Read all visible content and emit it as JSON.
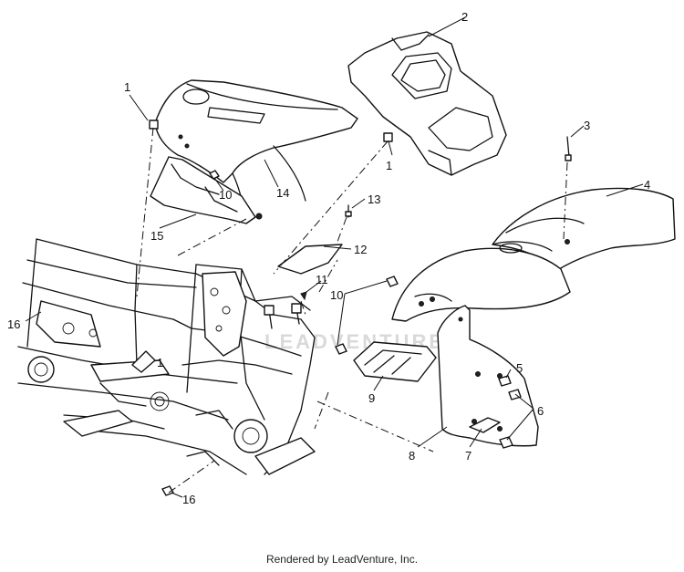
{
  "callouts": {
    "c1a": "1",
    "c1b": "1",
    "c1c": "1",
    "c2": "2",
    "c3": "3",
    "c4": "4",
    "c5": "5",
    "c6": "6",
    "c7": "7",
    "c8": "8",
    "c9": "9",
    "c10a": "10",
    "c10b": "10",
    "c11": "11",
    "c12": "12",
    "c13": "13",
    "c14": "14",
    "c15": "15",
    "c16a": "16",
    "c16b": "16"
  },
  "watermark": "LEADVENTURE",
  "footer": "Rendered by LeadVenture, Inc."
}
